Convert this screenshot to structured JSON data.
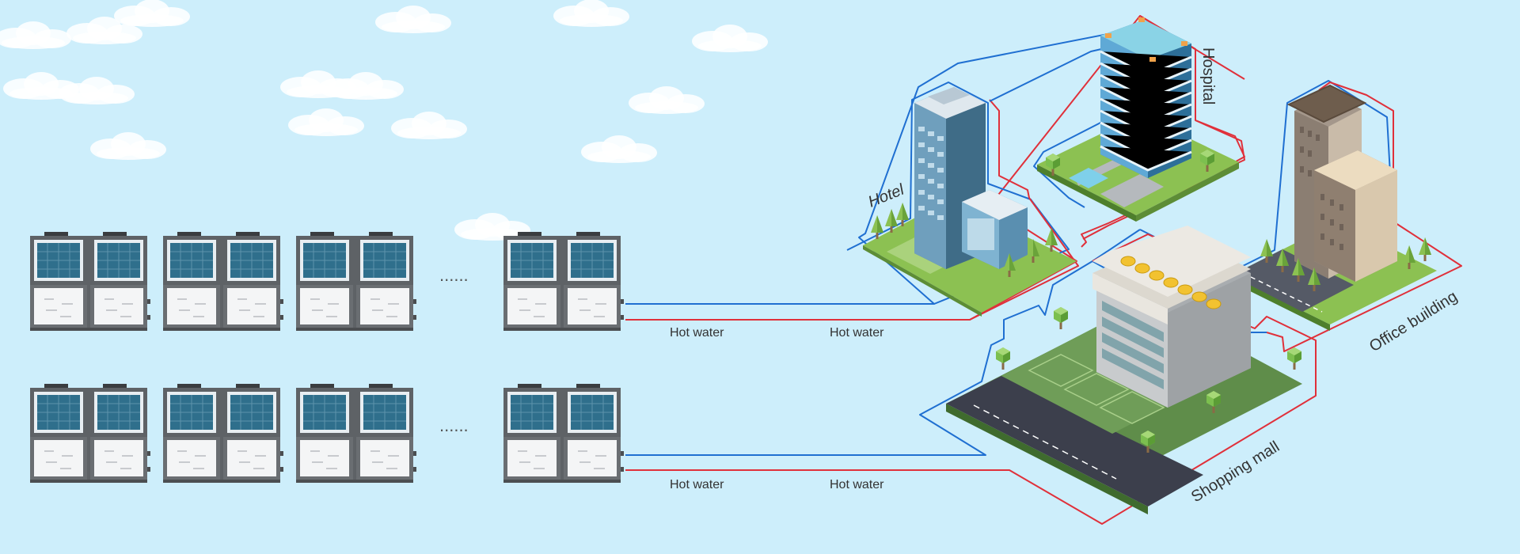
{
  "colors": {
    "background": "#cdeefb",
    "return_line": "#1f6fd1",
    "supply_line": "#e0303a",
    "unit_body": "#6b6f73",
    "unit_panel": "#2f6f8c",
    "grass": "#7fb454",
    "road": "#4a4a55"
  },
  "ellipsis_top": "......",
  "ellipsis_bottom": "......",
  "pipe_labels": {
    "top_1": "Hot water",
    "top_2": "Hot water",
    "bottom_1": "Hot water",
    "bottom_2": "Hot water"
  },
  "buildings": {
    "hotel": "Hotel",
    "hospital": "Hospital",
    "office": "Office building",
    "mall": "Shopping mall"
  },
  "icons": [
    "cloud-icon",
    "heat-pump-unit-icon",
    "tree-icon",
    "swimming-pool-icon",
    "rooftop-solar-icon"
  ]
}
